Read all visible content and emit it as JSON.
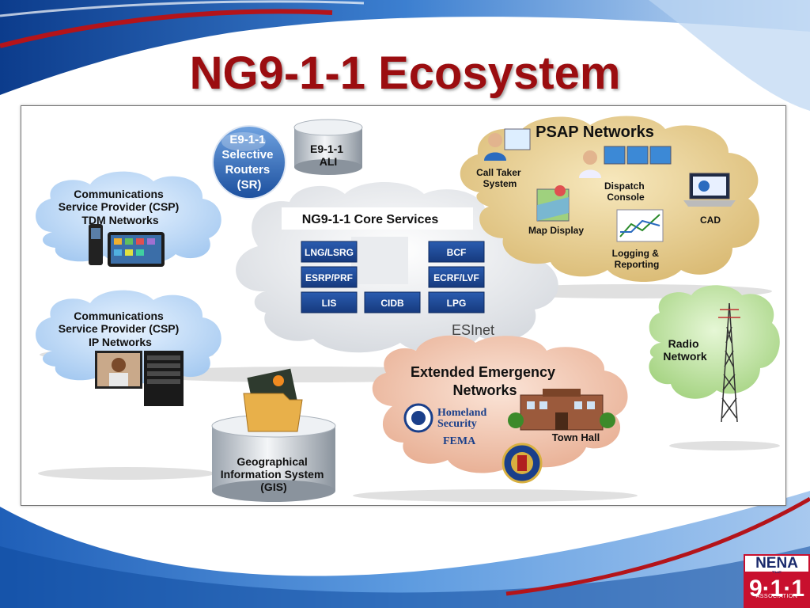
{
  "slide": {
    "title": "NG9-1-1 Ecosystem"
  },
  "selective_routers": {
    "lines": [
      "E9-1-1",
      "Selective",
      "Routers",
      "(SR)"
    ]
  },
  "ali": {
    "lines": [
      "E9-1-1",
      "ALI"
    ]
  },
  "csp_tdm": {
    "lines": [
      "Communications",
      "Service Provider (CSP)",
      "TDM Networks"
    ]
  },
  "csp_ip": {
    "lines": [
      "Communications",
      "Service Provider (CSP)",
      "IP Networks"
    ]
  },
  "core": {
    "title": "NG9-1-1 Core Services",
    "esinet_label": "ESInet",
    "services": [
      "LNG/LSRG",
      "BCF",
      "ESRP/PRF",
      "ECRF/LVF",
      "LIS",
      "CIDB",
      "LPG"
    ]
  },
  "psap": {
    "title": "PSAP Networks",
    "items": {
      "call_taker": [
        "Call Taker",
        "System"
      ],
      "dispatch": [
        "Dispatch",
        "Console"
      ],
      "map": [
        "Map Display"
      ],
      "logging": [
        "Logging &",
        "Reporting"
      ],
      "cad": [
        "CAD"
      ]
    }
  },
  "radio": {
    "lines": [
      "Radio",
      "Network"
    ]
  },
  "extended": {
    "title": [
      "Extended Emergency",
      "Networks"
    ],
    "homeland": [
      "Homeland",
      "Security"
    ],
    "fema": "FEMA",
    "town_hall": "Town Hall"
  },
  "gis": {
    "lines": [
      "Geographical",
      "Information System",
      "(GIS)"
    ]
  },
  "logo": {
    "name": "NENA",
    "number": "9·1·1",
    "the": "THE",
    "sub": "ASSOCIATION"
  },
  "colors": {
    "title_red": "#9b0d10",
    "service_blue": "#1a3f8a",
    "cloud_blue": "#bcd8f5",
    "cloud_tan": "#e3c98f",
    "cloud_green": "#c3e8a8",
    "cloud_pink": "#f2c9b4"
  }
}
